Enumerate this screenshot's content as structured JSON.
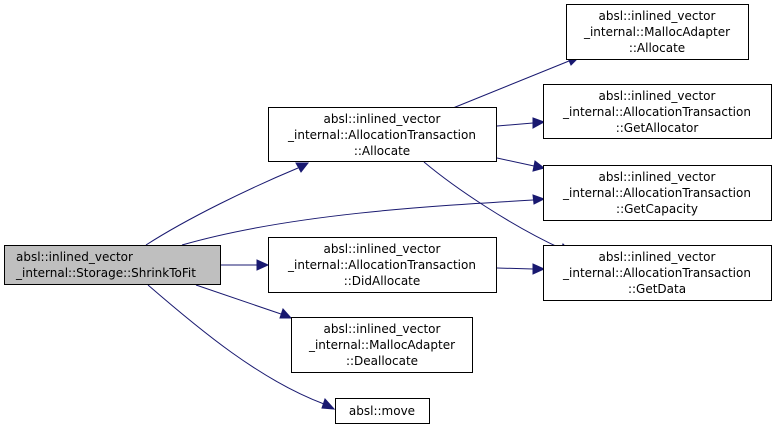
{
  "graph": {
    "colors": {
      "edge": "#191970",
      "root_fill": "#bfbfbf",
      "node_fill": "#ffffff",
      "node_border": "#000000"
    },
    "nodes": {
      "shrink_to_fit": {
        "lines": [
          "absl::inlined_vector",
          "_internal::Storage::ShrinkToFit"
        ]
      },
      "at_allocate": {
        "lines": [
          "absl::inlined_vector",
          "_internal::AllocationTransaction",
          "::Allocate"
        ]
      },
      "at_did_allocate": {
        "lines": [
          "absl::inlined_vector",
          "_internal::AllocationTransaction",
          "::DidAllocate"
        ]
      },
      "ma_deallocate": {
        "lines": [
          "absl::inlined_vector",
          "_internal::MallocAdapter",
          "::Deallocate"
        ]
      },
      "move": {
        "lines": [
          "absl::move"
        ]
      },
      "ma_allocate": {
        "lines": [
          "absl::inlined_vector",
          "_internal::MallocAdapter",
          "::Allocate"
        ]
      },
      "at_get_allocator": {
        "lines": [
          "absl::inlined_vector",
          "_internal::AllocationTransaction",
          "::GetAllocator"
        ]
      },
      "at_get_capacity": {
        "lines": [
          "absl::inlined_vector",
          "_internal::AllocationTransaction",
          "::GetCapacity"
        ]
      },
      "at_get_data": {
        "lines": [
          "absl::inlined_vector",
          "_internal::AllocationTransaction",
          "::GetData"
        ]
      }
    }
  }
}
